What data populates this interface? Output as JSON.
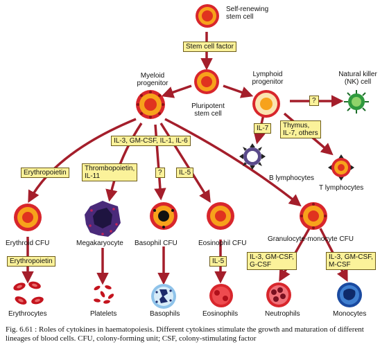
{
  "labels": {
    "self_renewing": "Self-renewing\nstem cell",
    "myeloid": "Myeloid\nprogenitor",
    "pluripotent": "Pluripotent\nstem cell",
    "lymphoid": "Lymphoid\nprogenitor",
    "nk_cell": "Natural killer\n(NK) cell",
    "b_lymph": "B lymphocytes",
    "t_lymph": "T lymphocytes",
    "erythroid_cfu": "Erythroid CFU",
    "megakaryocyte": "Megakaryocyte",
    "basophil_cfu": "Basophil CFU",
    "eosinophil_cfu": "Eosinophil CFU",
    "gm_cfu": "Granulocyte-monocyte CFU",
    "erythrocytes": "Erythrocytes",
    "platelets": "Platelets",
    "basophils": "Basophils",
    "eosinophils": "Eosinophils",
    "neutrophils": "Neutrophils",
    "monocytes": "Monocytes"
  },
  "factors": {
    "stem_cell_factor": "Stem cell factor",
    "question_nk": "?",
    "il7": "IL-7",
    "thymus": "Thymus,\nIL-7, others",
    "myeloid_mix": "IL-3, GM-CSF, IL-1, IL-6",
    "erythropoietin_1": "Erythropoietin",
    "thrombopoietin": "Thrombopoietin,\nIL-11",
    "question_baso": "?",
    "il5_1": "IL-5",
    "erythropoietin_2": "Erythropoietin",
    "il5_2": "IL-5",
    "neutro_factors": "IL-3, GM-CSF,\nG-CSF",
    "mono_factors": "IL-3, GM-CSF,\nM-CSF"
  },
  "caption": "Fig. 6.61 : Roles of cytokines in haematopoiesis. Different cytokines stimulate the growth and maturation of different lineages of blood cells. CFU, colony-forming unit; CSF, colony-stimulating factor",
  "colors": {
    "arrow": "#a41e2b",
    "factor_box": "#fbf29a",
    "stem_cell_outer": "#d8262c",
    "stem_cell_core": "#f7a21b"
  }
}
